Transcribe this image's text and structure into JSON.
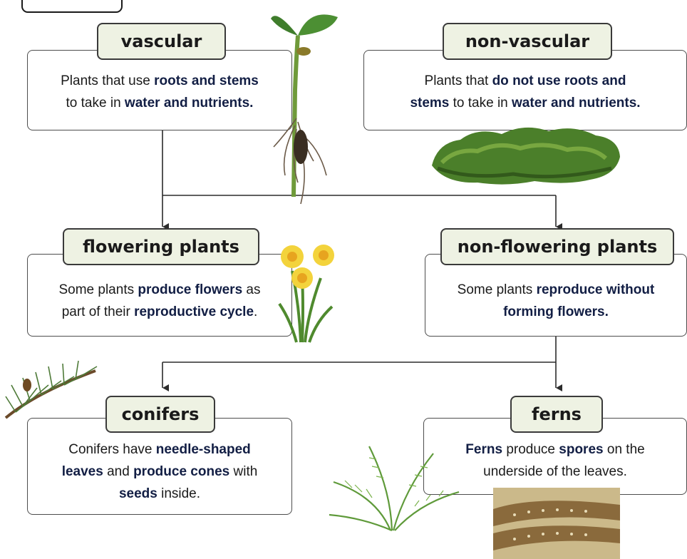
{
  "nodes": {
    "vascular": {
      "label": "vascular",
      "text_a": "Plants that use ",
      "bold_a": "roots and stems",
      "text_b": " to take in ",
      "bold_b": "water and nutrients."
    },
    "non_vascular": {
      "label": "non-vascular",
      "text_a": "Plants that ",
      "bold_a": "do not use roots and stems",
      "text_b": " to take in ",
      "bold_b": "water and nutrients."
    },
    "flowering": {
      "label": "flowering plants",
      "text_a": "Some plants ",
      "bold_a": "produce flowers",
      "text_b": " as part of their ",
      "bold_b": "reproductive cycle",
      "text_c": "."
    },
    "non_flowering": {
      "label": "non-flowering plants",
      "text_a": "Some plants ",
      "bold_a": "reproduce without forming flowers."
    },
    "conifers": {
      "label": "conifers",
      "text_a": "Conifers have ",
      "bold_a": "needle-shaped leaves",
      "text_b": " and ",
      "bold_b": "produce cones",
      "text_c": " with ",
      "bold_c": "seeds",
      "text_d": " inside."
    },
    "ferns": {
      "label": "ferns",
      "bold_a": "Ferns",
      "text_a": " produce ",
      "bold_b": "spores",
      "text_b": " on the underside of the leaves."
    }
  },
  "colors": {
    "label_fill": "#eef2e3",
    "bold_text": "#121e44",
    "border": "#4d4d4d"
  },
  "illustrations": [
    "seedling-icon",
    "moss-icon",
    "daffodil-icon",
    "pine-branch-icon",
    "fern-icon",
    "fern-spores-photo"
  ]
}
